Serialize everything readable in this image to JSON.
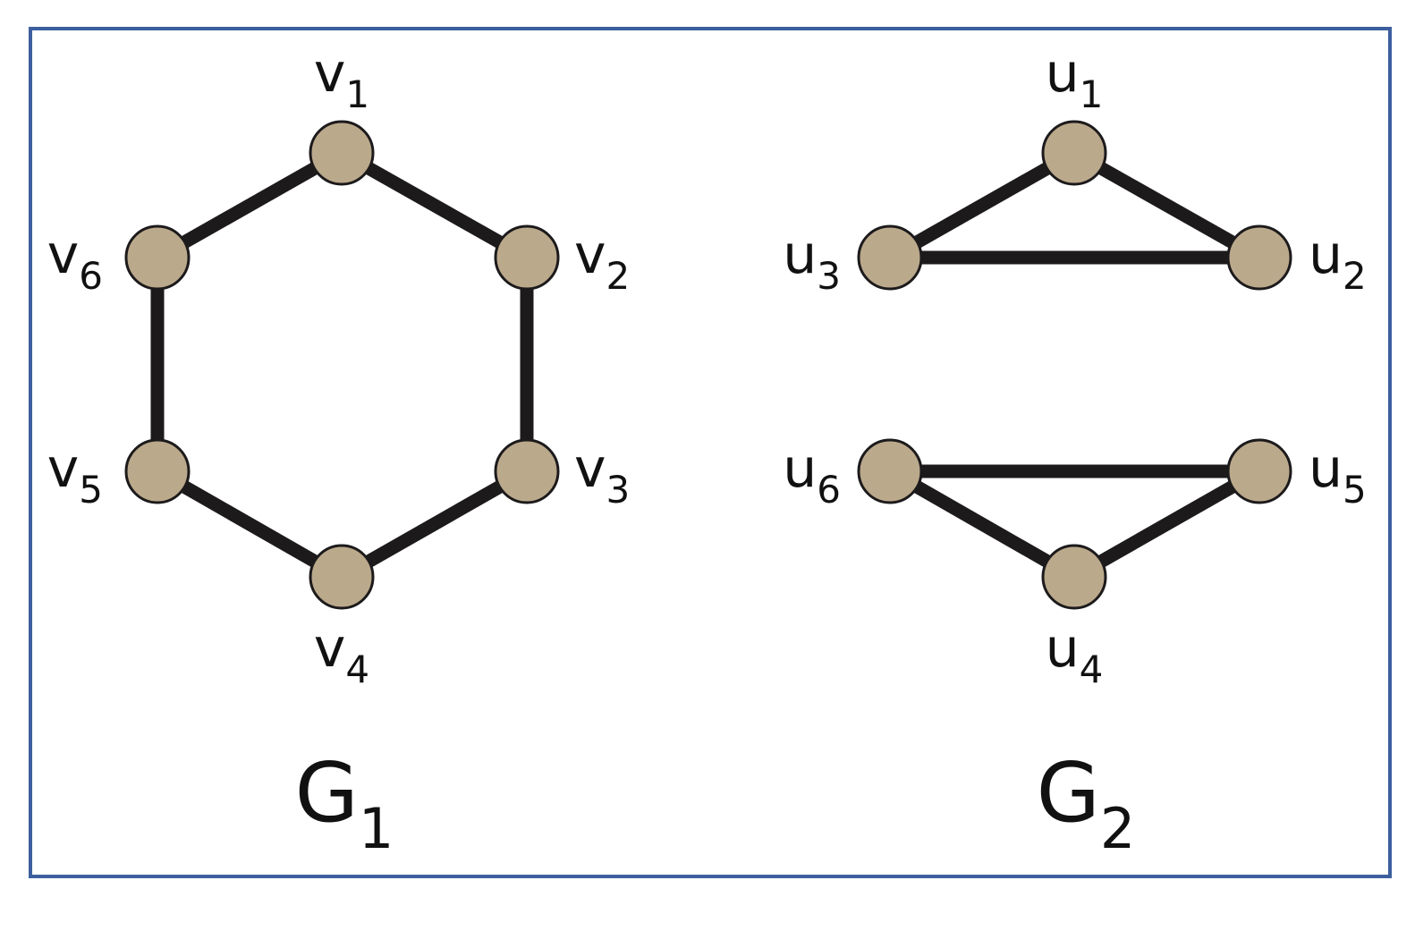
{
  "colors": {
    "frame": "#3d5f9e",
    "node_fill": "#bba98c",
    "edge": "#1c1a1b",
    "background": "#ffffff"
  },
  "graphs": [
    {
      "id": "g1",
      "title": {
        "base": "G",
        "sub": "1"
      },
      "nodes": [
        {
          "id": "v1",
          "base": "v",
          "sub": "1"
        },
        {
          "id": "v2",
          "base": "v",
          "sub": "2"
        },
        {
          "id": "v3",
          "base": "v",
          "sub": "3"
        },
        {
          "id": "v4",
          "base": "v",
          "sub": "4"
        },
        {
          "id": "v5",
          "base": "v",
          "sub": "5"
        },
        {
          "id": "v6",
          "base": "v",
          "sub": "6"
        }
      ],
      "edges": [
        [
          "v1",
          "v2"
        ],
        [
          "v2",
          "v3"
        ],
        [
          "v3",
          "v4"
        ],
        [
          "v4",
          "v5"
        ],
        [
          "v5",
          "v6"
        ],
        [
          "v6",
          "v1"
        ]
      ]
    },
    {
      "id": "g2",
      "title": {
        "base": "G",
        "sub": "2"
      },
      "nodes": [
        {
          "id": "u1",
          "base": "u",
          "sub": "1"
        },
        {
          "id": "u2",
          "base": "u",
          "sub": "2"
        },
        {
          "id": "u3",
          "base": "u",
          "sub": "3"
        },
        {
          "id": "u4",
          "base": "u",
          "sub": "4"
        },
        {
          "id": "u5",
          "base": "u",
          "sub": "5"
        },
        {
          "id": "u6",
          "base": "u",
          "sub": "6"
        }
      ],
      "edges": [
        [
          "u1",
          "u2"
        ],
        [
          "u1",
          "u3"
        ],
        [
          "u2",
          "u3"
        ],
        [
          "u4",
          "u5"
        ],
        [
          "u4",
          "u6"
        ],
        [
          "u5",
          "u6"
        ]
      ]
    }
  ]
}
